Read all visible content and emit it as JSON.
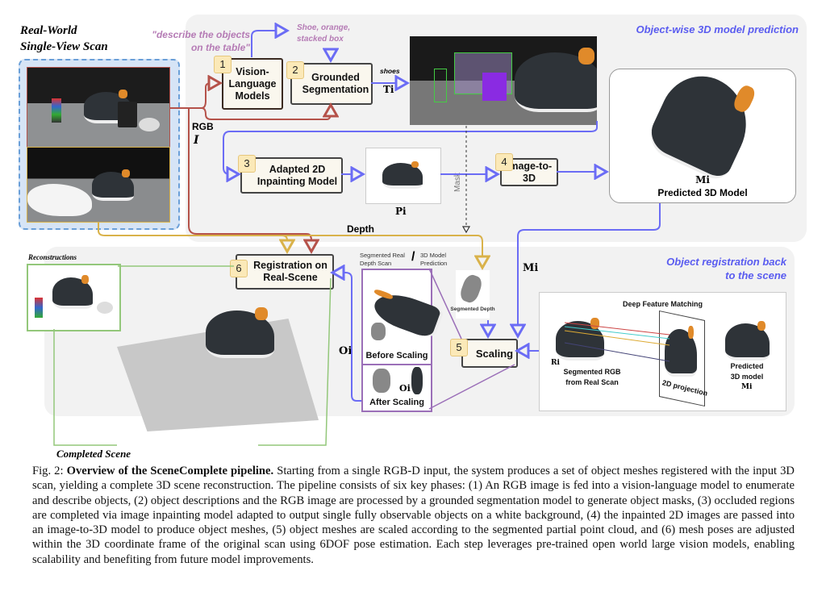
{
  "figure": {
    "left_title_line1": "Real-World",
    "left_title_line2": "Single-View Scan",
    "top_panel_title": "Object-wise 3D model prediction",
    "bottom_panel_title_line1": "Object registration back",
    "bottom_panel_title_line2": "to the scene",
    "prompt_line1": "\"describe the objects",
    "prompt_line2": "on the table\"",
    "vlm_output_line1": "Shoe, orange,",
    "vlm_output_line2": "stacked box",
    "rgb_label": "RGB",
    "rgb_symbol": "I",
    "depth_label": "Depth",
    "mask_label": "Mask",
    "shoes_label": "shoes",
    "t_symbol": "Ti",
    "p_symbol": "Pi",
    "m_symbol": "Mi",
    "o_symbol": "Oi",
    "r_symbol": "Ri",
    "steps": [
      {
        "num": "1",
        "label": "Vision-Language Models"
      },
      {
        "num": "2",
        "label": "Grounded Segmentation"
      },
      {
        "num": "3",
        "label": "Adapted 2D Inpainting Model"
      },
      {
        "num": "4",
        "label": "Image-to-3D"
      },
      {
        "num": "5",
        "label": "Scaling"
      },
      {
        "num": "6",
        "label": "Registration on Real-Scene"
      }
    ],
    "predicted_model_label": "Predicted 3D Model",
    "reconstructions_label": "Reconstructions",
    "completed_scene_label": "Completed Scene",
    "seg_real_depth_label": "Segmented Real Depth Scan",
    "model_prediction_label": "3D Model Prediction",
    "slash": "/",
    "before_scaling": "Before Scaling",
    "after_scaling": "After Scaling",
    "segmented_depth": "Segmented Depth",
    "deep_feature_matching": "Deep Feature Matching",
    "segmented_rgb_label": "Segmented RGB from Real Scan",
    "projection_label": "2D projection",
    "predicted_model_small": "Predicted 3D model",
    "colors": {
      "rgb_path": "#b5524a",
      "depth_path": "#d9b24a",
      "flow": "#6b6cf5",
      "scaling_frame": "#9b6fb8",
      "recon_frame": "#93c77a",
      "scan_frame": "#6a9fd8"
    }
  },
  "caption": {
    "fig_label": "Fig. 2:",
    "title": "Overview of the SceneComplete pipeline.",
    "body": "Starting from a single RGB-D input, the system produces a set of object meshes registered with the input 3D scan, yielding a complete 3D scene reconstruction. The pipeline consists of six key phases: (1) An RGB image is fed into a vision-language model to enumerate and describe objects, (2) object descriptions and the RGB image are processed by a grounded segmentation model to generate object masks, (3) occluded regions are completed via image inpainting model adapted to output single fully observable objects on a white background, (4) the inpainted 2D images are passed into an image-to-3D model to produce object meshes, (5) object meshes are scaled according to the segmented partial point cloud, and (6) mesh poses are adjusted within the 3D coordinate frame of the original scan using 6DOF pose estimation. Each step leverages pre-trained open world large vision models, enabling scalability and benefiting from future model improvements."
  }
}
